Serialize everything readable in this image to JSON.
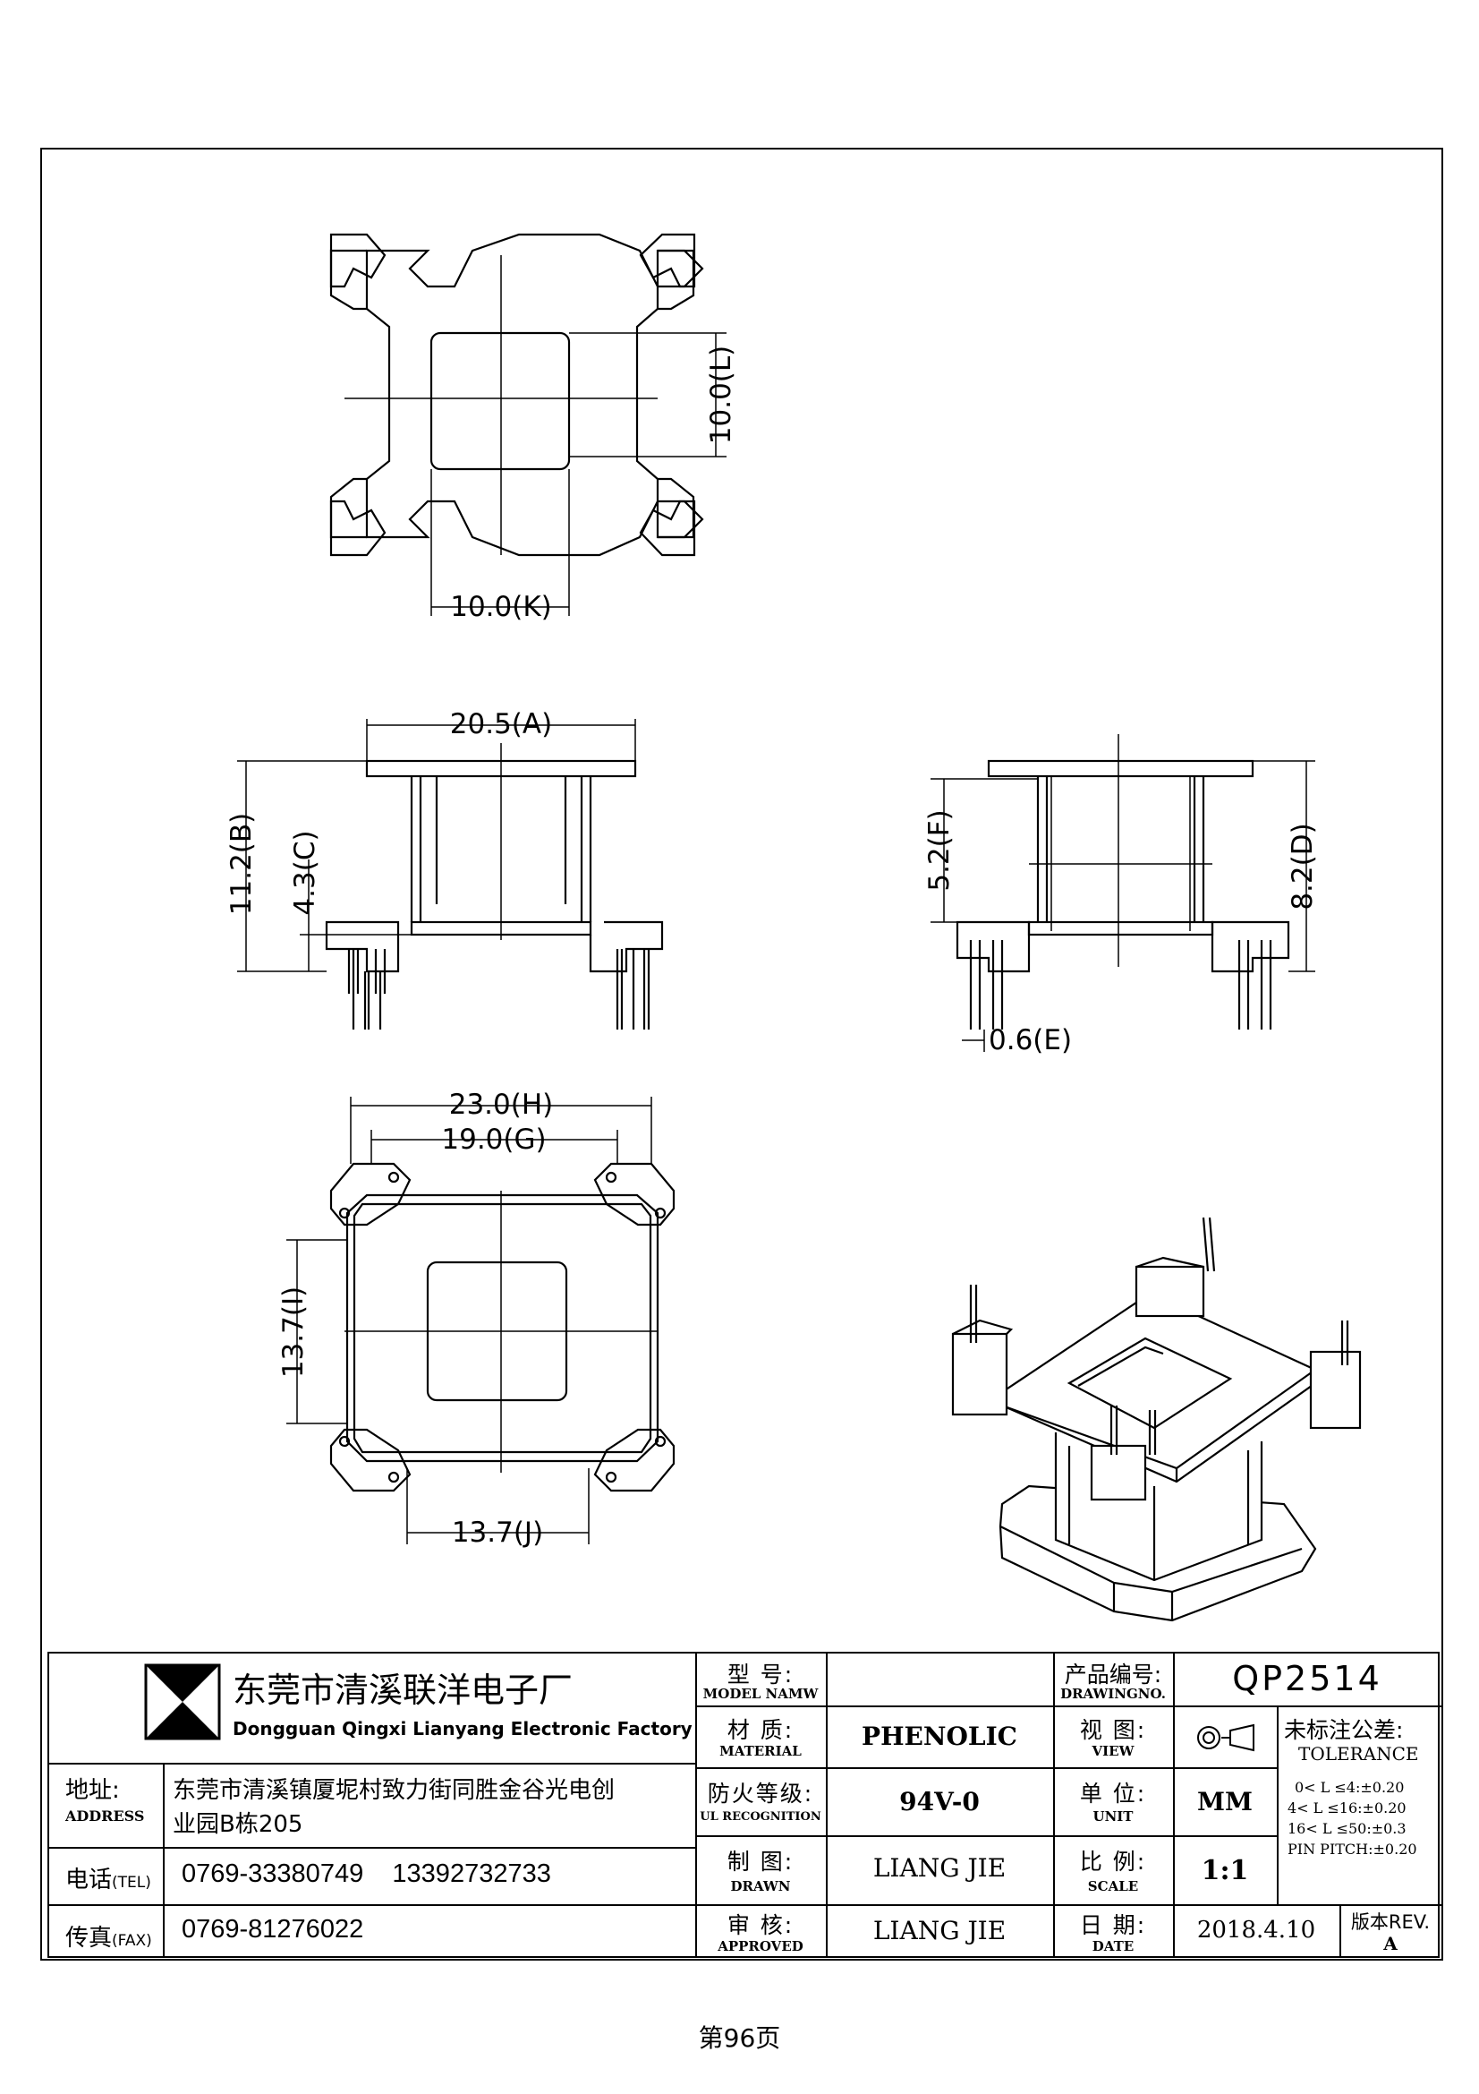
{
  "dimensions": {
    "L": "10.0(L)",
    "K": "10.0(K)",
    "A": "20.5(A)",
    "B": "11.2(B)",
    "C": "4.3(C)",
    "F": "5.2(F)",
    "D": "8.2(D)",
    "E": "0.6(E)",
    "H": "23.0(H)",
    "G": "19.0(G)",
    "I": "13.7(I)",
    "J": "13.7(J)"
  },
  "title_block": {
    "company_cn": "东莞市清溪联洋电子厂",
    "company_en": "Dongguan Qingxi Lianyang Electronic Factory",
    "address_label_cn": "地址:",
    "address_label_en": "ADDRESS",
    "address_line1": "东莞市清溪镇厦坭村致力街同胜金谷光电创",
    "address_line2": "业园B栋205",
    "tel_label_cn": "电话",
    "tel_label_en": "(TEL)",
    "tel_value": "0769-33380749    13392732733",
    "fax_label_cn": "传真",
    "fax_label_en": "(FAX)",
    "fax_value": "0769-81276022",
    "model_label_cn": "型  号:",
    "model_label_en": "MODEL NAMW",
    "model_value": "",
    "material_label_cn": "材  质:",
    "material_label_en": "MATERIAL",
    "material_value": "PHENOLIC",
    "ul_label_cn": "防火等级:",
    "ul_label_en": "UL RECOGNITION",
    "ul_value": "94V-0",
    "drawn_label_cn": "制  图:",
    "drawn_label_en": "DRAWN",
    "drawn_value": "LIANG JIE",
    "approved_label_cn": "审  核:",
    "approved_label_en": "APPROVED",
    "approved_value": "LIANG JIE",
    "drawingno_label_cn": "产品编号:",
    "drawingno_label_en": "DRAWINGNO.",
    "drawingno_value": "QP2514",
    "view_label_cn": "视  图:",
    "view_label_en": "VIEW",
    "unit_label_cn": "单  位:",
    "unit_label_en": "UNIT",
    "unit_value": "MM",
    "scale_label_cn": "比  例:",
    "scale_label_en": "SCALE",
    "scale_value": "1:1",
    "date_label_cn": "日  期:",
    "date_label_en": "DATE",
    "date_value": "2018.4.10",
    "rev_label": "版本REV.",
    "rev_value": "A",
    "tolerance_title_cn": "未标注公差:",
    "tolerance_title_en": "TOLERANCE",
    "tolerance_1": "0< L ≤4:±0.20",
    "tolerance_2": "4< L ≤16:±0.20",
    "tolerance_3": "16< L ≤50:±0.3",
    "tolerance_4": "PIN PITCH:±0.20"
  },
  "page_number": "第96页"
}
